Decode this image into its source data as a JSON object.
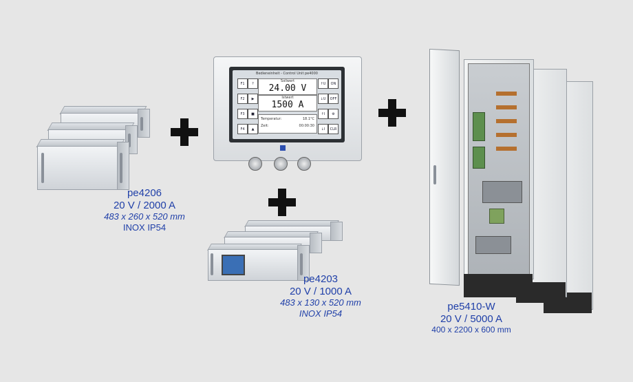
{
  "products": [
    {
      "name": "pe4206",
      "rating": "20 V / 2000 A",
      "dims": "483 x 260 x 520 mm",
      "protection": "INOX IP54"
    },
    {
      "name": "pe4203",
      "rating": "20 V / 1000 A",
      "dims": "483 x 130 x 520 mm",
      "protection": "INOX IP54"
    },
    {
      "name": "pe5410-W",
      "rating": "20 V / 5000 A",
      "dims": "400 x 2200 x 600 mm"
    }
  ],
  "control_unit": {
    "title": "Bedieneinheit - Control Unit pe4000",
    "soll_label": "Sollwert",
    "voltage": "24.00 V",
    "ist_label": "Istwert",
    "current": "1500 A",
    "temp_label": "Temperatur:",
    "temp_value": "18.1°C",
    "time_label": "Zeit:",
    "time_value": "00:00:30",
    "left_keys": [
      "F1",
      "F2",
      "F3",
      "F4"
    ],
    "right_keys": [
      [
        "↑U",
        "ON"
      ],
      [
        "↓U",
        "OFF"
      ],
      [
        "↑I",
        "⚙"
      ],
      [
        "↓I",
        "CLR"
      ]
    ]
  },
  "colors": {
    "label": "#1f3fa8",
    "background": "#e6e6e6",
    "plus": "#111111"
  }
}
